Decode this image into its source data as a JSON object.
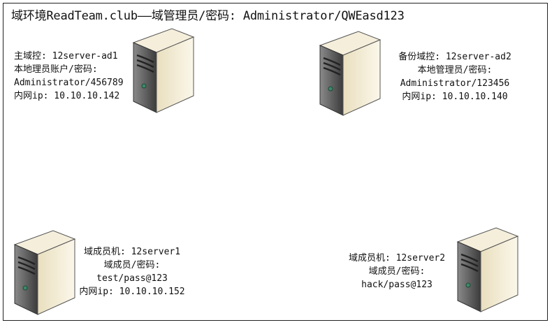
{
  "title": "域环境ReadTeam.club——域管理员/密码: Administrator/QWEasd123",
  "servers": [
    {
      "id": "primary-dc",
      "lines": [
        "主域控: 12server-ad1",
        "本地理员账户/密码:",
        "Administrator/456789",
        "内网ip: 10.10.10.142"
      ]
    },
    {
      "id": "backup-dc",
      "lines": [
        "备份域控: 12server-ad2",
        "本地管理员/密码:",
        "Administrator/123456",
        "内网ip: 10.10.10.140"
      ]
    },
    {
      "id": "member-1",
      "lines": [
        "域成员机: 12server1",
        "域成员/密码:",
        "test/pass@123",
        "内网ip: 10.10.10.152"
      ]
    },
    {
      "id": "member-2",
      "lines": [
        "域成员机: 12server2",
        "域成员/密码:",
        "hack/pass@123"
      ]
    }
  ],
  "icons": {
    "server": "server-tower-icon"
  },
  "colors": {
    "server_front": "#efe6c7",
    "server_side": "#5a5a5a",
    "server_top": "#f5efd9",
    "led": "#3c8a6a"
  }
}
